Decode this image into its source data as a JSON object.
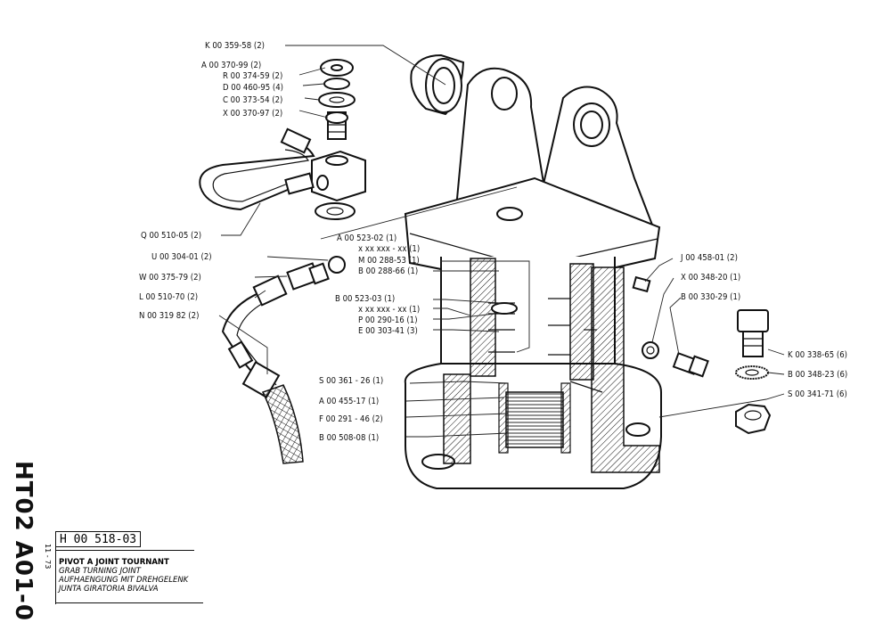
{
  "drawing_code": "HT02 A01-0",
  "date": "11 - 73",
  "reference": "H 00 518-03",
  "titles": [
    "PIVOT A JOINT TOURNANT",
    "GRAB TURNING JOINT",
    "AUFHAENGUNG MIT DREHGELENK",
    "JUNTA GIRATORIA BIVALVA"
  ],
  "labels": {
    "k35958": "K 00 359-58 (2)",
    "a37099": "A 00 370-99 (2)",
    "r37459": "R 00 374-59 (2)",
    "d46095": "D 00 460-95 (4)",
    "c37354": "C 00 373-54 (2)",
    "x37097": "X 00 370-97 (2)",
    "q51005": "Q 00 510-05 (2)",
    "a52302": "A 00 523-02 (1)",
    "xx1": "x xx xxx - xx (1)",
    "m28853": "M 00 288-53 (1)",
    "b28866": "B 00 288-66 (1)",
    "u30401": "U 00 304-01 (2)",
    "w37579": "W 00 375-79 (2)",
    "l51070": "L 00 510-70 (2)",
    "n31982": "N 00 319 82 (2)",
    "b52303": "B 00 523-03 (1)",
    "xx2": "x xx xxx - xx (1)",
    "p29016": "P 00 290-16 (1)",
    "e30341": "E 00 303-41 (3)",
    "s36126": "S 00 361 - 26 (1)",
    "a45517": "A 00 455-17 (1)",
    "f29146": "F 00 291 - 46 (2)",
    "b50808": "B 00 508-08 (1)",
    "j45801": "J 00 458-01 (2)",
    "x34820": "X 00 348-20 (1)",
    "b33029": "B 00 330-29 (1)",
    "k33865": "K 00 338-65 (6)",
    "b34823": "B 00 348-23 (6)",
    "s34171": "S 00 341-71 (6)"
  }
}
